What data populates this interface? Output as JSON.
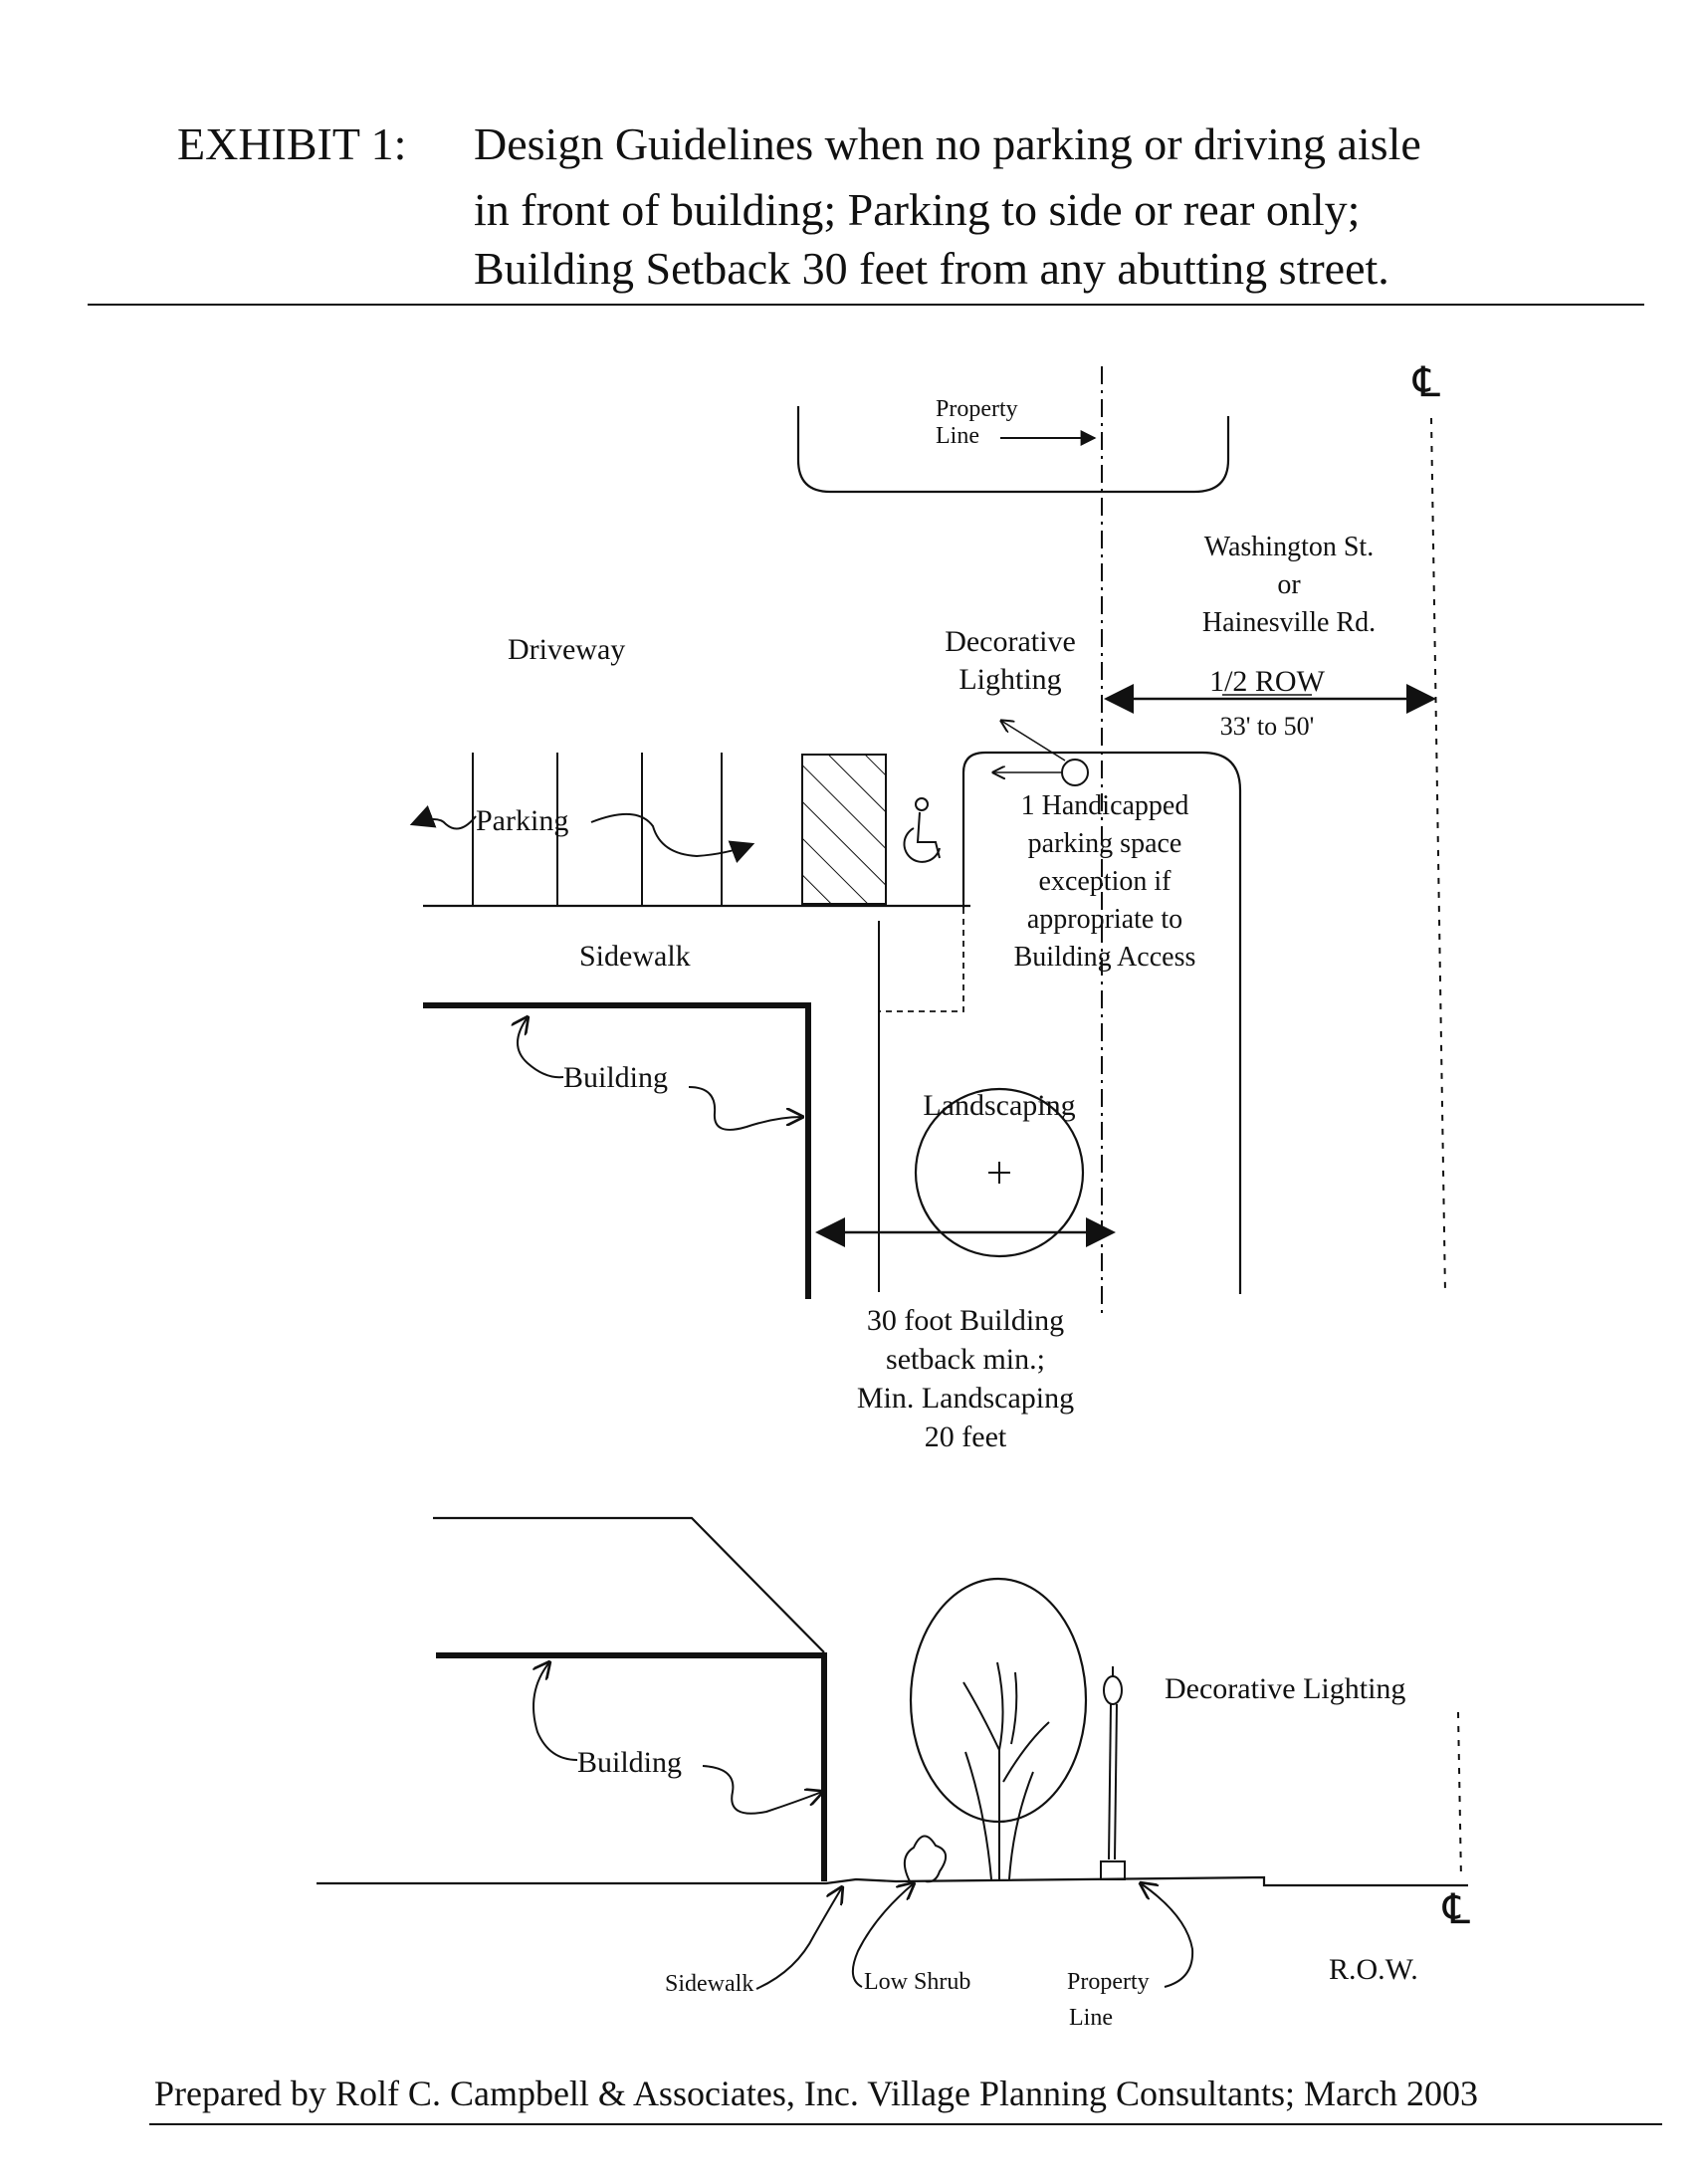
{
  "header": {
    "exhibit_label": "EXHIBIT 1:",
    "title_lines": [
      "Design Guidelines when no parking or driving aisle",
      "in front of building; Parking to side or rear only;",
      "Building Setback 30 feet from any abutting street."
    ]
  },
  "plan_view": {
    "property_line_label": [
      "Property",
      "Line"
    ],
    "street_label": [
      "Washington St.",
      "or",
      "Hainesville Rd."
    ],
    "centerline_symbol": "℄",
    "driveway_label": "Driveway",
    "decorative_lighting_label": [
      "Decorative",
      "Lighting"
    ],
    "half_row_label": "1/2 ROW",
    "half_row_range": "33' to 50'",
    "parking_label": "Parking",
    "handicapped_note": [
      "1 Handicapped",
      "parking space",
      "exception if",
      "appropriate to",
      "Building Access"
    ],
    "sidewalk_label": "Sidewalk",
    "building_label": "Building",
    "landscaping_label": "Landscaping",
    "setback_note": [
      "30 foot Building",
      "setback min.;",
      "Min. Landscaping",
      "20 feet"
    ]
  },
  "section_view": {
    "building_label": "Building",
    "decorative_lighting_label": "Decorative Lighting",
    "centerline_symbol": "℄",
    "row_label": "R.O.W.",
    "sidewalk_label": "Sidewalk",
    "low_shrub_label": "Low Shrub",
    "property_line_label": [
      "Property",
      "Line"
    ]
  },
  "footer": {
    "credit": "Prepared by Rolf C. Campbell & Associates, Inc. Village Planning Consultants; March  2003"
  }
}
